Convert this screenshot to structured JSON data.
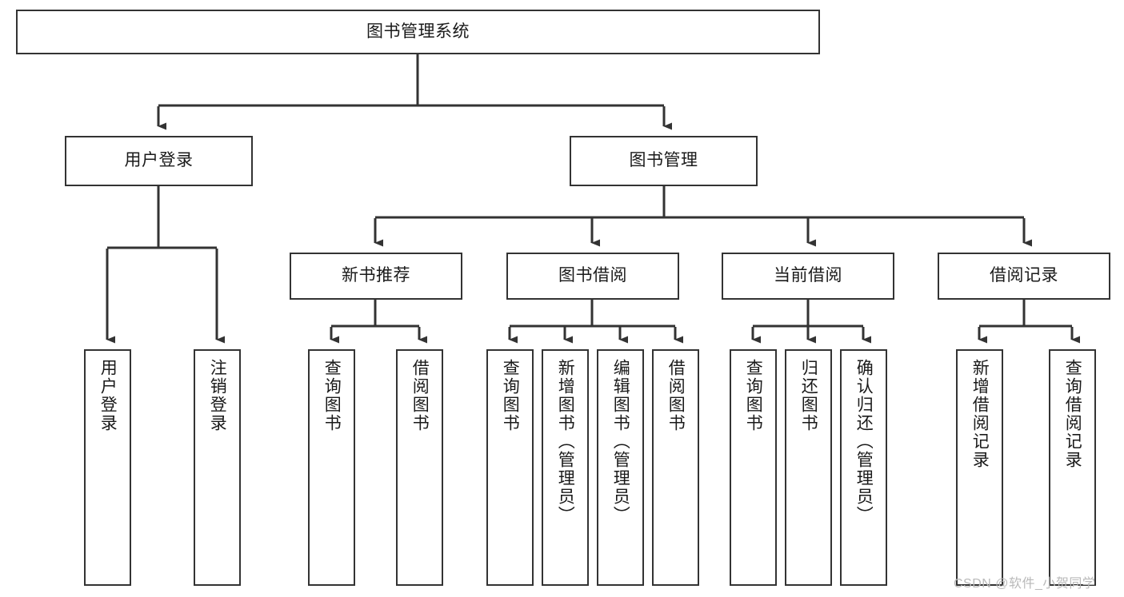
{
  "diagram": {
    "type": "tree-hierarchy-chart",
    "title": "图书管理系统",
    "root": {
      "id": "root",
      "label": "图书管理系统",
      "level": 1
    },
    "level2": [
      {
        "id": "user-login",
        "label": "用户登录",
        "level": 2
      },
      {
        "id": "book-manage",
        "label": "图书管理",
        "level": 2
      }
    ],
    "level3": [
      {
        "id": "new-book-recommend",
        "label": "新书推荐",
        "level": 3,
        "parent": "book-manage"
      },
      {
        "id": "book-borrow",
        "label": "图书借阅",
        "level": 3,
        "parent": "book-manage"
      },
      {
        "id": "current-borrow",
        "label": "当前借阅",
        "level": 3,
        "parent": "book-manage"
      },
      {
        "id": "borrow-record",
        "label": "借阅记录",
        "level": 3,
        "parent": "book-manage"
      }
    ],
    "leaves": [
      {
        "id": "leaf-user-login",
        "label": "用户登录",
        "parent": "user-login"
      },
      {
        "id": "leaf-logout-login",
        "label": "注销登录",
        "parent": "user-login"
      },
      {
        "id": "leaf-query-book-1",
        "label": "查询图书",
        "parent": "new-book-recommend"
      },
      {
        "id": "leaf-borrow-book-1",
        "label": "借阅图书",
        "parent": "new-book-recommend"
      },
      {
        "id": "leaf-query-book-2",
        "label": "查询图书",
        "parent": "book-borrow"
      },
      {
        "id": "leaf-add-book",
        "label": "新增图书（管理员）",
        "parent": "book-borrow"
      },
      {
        "id": "leaf-edit-book",
        "label": "编辑图书（管理员）",
        "parent": "book-borrow"
      },
      {
        "id": "leaf-borrow-book-2",
        "label": "借阅图书",
        "parent": "book-borrow"
      },
      {
        "id": "leaf-query-book-3",
        "label": "查询图书",
        "parent": "current-borrow"
      },
      {
        "id": "leaf-return-book",
        "label": "归还图书",
        "parent": "current-borrow"
      },
      {
        "id": "leaf-confirm-return",
        "label": "确认归还（管理员）",
        "parent": "current-borrow"
      },
      {
        "id": "leaf-add-record",
        "label": "新增借阅记录",
        "parent": "borrow-record"
      },
      {
        "id": "leaf-query-record",
        "label": "查询借阅记录",
        "parent": "borrow-record"
      }
    ]
  },
  "watermark": {
    "text": "CSDN @软件_小贺同学"
  },
  "colors": {
    "box_border": "#333333",
    "box_fill": "#ffffff",
    "connector": "#333333",
    "text": "#1a1a1a",
    "watermark": "#b9b9b9",
    "background": "#ffffff"
  }
}
